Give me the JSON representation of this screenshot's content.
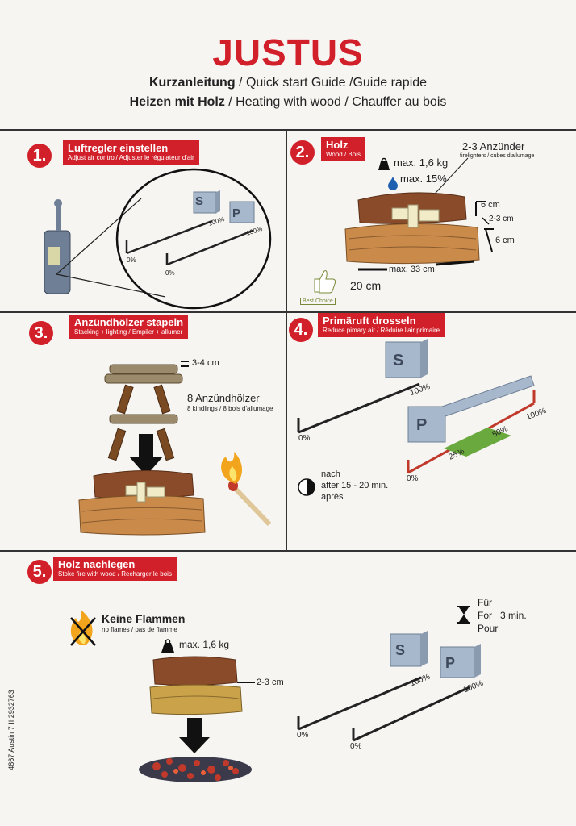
{
  "brand": "JUSTUS",
  "header": {
    "line1_bold": "Kurzanleitung",
    "line1_rest": " / Quick start Guide /Guide rapide",
    "line2_bold": "Heizen mit Holz",
    "line2_rest": " / Heating with wood / Chauffer au bois"
  },
  "steps": [
    {
      "num": "1.",
      "title": "Luftregler einstellen",
      "subtitle": "Adjust air control/ Adjuster le régulateur d'air"
    },
    {
      "num": "2.",
      "title": "Holz",
      "subtitle": "Wood / Bois"
    },
    {
      "num": "3.",
      "title": "Anzündhölzer stapeln",
      "subtitle": "Stacking + lighting / Empiler + allumer"
    },
    {
      "num": "4.",
      "title": "Primäruft drosseln",
      "subtitle": "Reduce pimary air / Réduire l'air primaire"
    },
    {
      "num": "5.",
      "title": "Holz nachlegen",
      "subtitle": "Stoke fire with wood / Recharger le bois"
    }
  ],
  "gauge": {
    "s": "S",
    "p": "P",
    "zero": "0%",
    "full": "100%",
    "half": "50%",
    "quarter": "25%"
  },
  "step2": {
    "firelighters": "2-3 Anzünder",
    "firelighters_sub": "firelighters / cubes d'allumage",
    "max_weight": "max. 1,6 kg",
    "max_moisture": "max. 15%",
    "dim_6cm_a": "6 cm",
    "dim_23cm": "2-3 cm",
    "dim_6cm_b": "6 cm",
    "dim_33cm": "max. 33 cm",
    "dim_20cm": "20 cm",
    "best_choice": "Best Choice"
  },
  "step3": {
    "dim_34cm": "3-4 cm",
    "kindling": "8 Anzündhölzer",
    "kindling_sub": "8 kindlings / 8 bois d'allumage"
  },
  "step4": {
    "after1": "nach",
    "after2": "after 15 - 20 min.",
    "after3": "après"
  },
  "step5": {
    "no_flames": "Keine Flammen",
    "no_flames_sub": "no flames / pas de flamme",
    "max_weight": "max. 1,6 kg",
    "dim_23cm": "2-3 cm",
    "for1": "Für",
    "for2": "For",
    "for3": "Pour",
    "duration": "3 min."
  },
  "footer_code": "4867 Austin 7 II 2932763",
  "colors": {
    "accent": "#d2202a",
    "gauge_blue": "#a7b8cc",
    "green": "#6aa93d",
    "wood_dark": "#8a4b2a",
    "wood_light": "#c98a4a"
  }
}
